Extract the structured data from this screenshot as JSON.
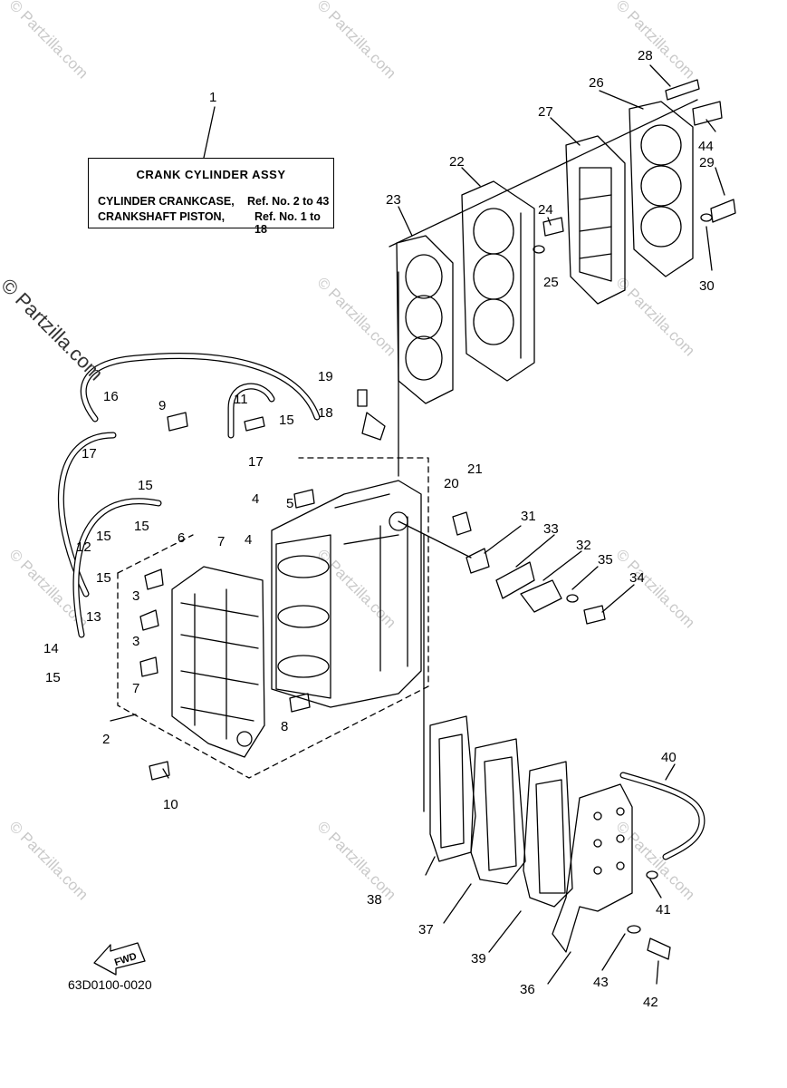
{
  "title_box": {
    "title": "CRANK  CYLINDER ASSY",
    "row1_label": "CYLINDER CRANKCASE,",
    "row1_ref": "Ref. No. 2 to 43",
    "row2_label": "CRANKSHAFT PISTON,",
    "row2_ref": "Ref. No. 1 to 18"
  },
  "diagram_code": "63D0100-0020",
  "fwd_label": "FWD",
  "watermark_main": "© Partzilla.com",
  "watermark_faint": "© Partzilla.com",
  "callouts": {
    "c1": "1",
    "c2": "2",
    "c3a": "3",
    "c3b": "3",
    "c4a": "4",
    "c4b": "4",
    "c5": "5",
    "c6": "6",
    "c7a": "7",
    "c7b": "7",
    "c8": "8",
    "c9": "9",
    "c10": "10",
    "c11": "11",
    "c12": "12",
    "c13": "13",
    "c14": "14",
    "c15a": "15",
    "c15b": "15",
    "c15c": "15",
    "c15d": "15",
    "c15e": "15",
    "c15f": "15",
    "c16": "16",
    "c17a": "17",
    "c17b": "17",
    "c18": "18",
    "c19": "19",
    "c20": "20",
    "c21": "21",
    "c22": "22",
    "c23": "23",
    "c24": "24",
    "c25": "25",
    "c26": "26",
    "c27": "27",
    "c28": "28",
    "c29": "29",
    "c30": "30",
    "c31": "31",
    "c32": "32",
    "c33": "33",
    "c34": "34",
    "c35": "35",
    "c36": "36",
    "c37": "37",
    "c38": "38",
    "c39": "39",
    "c40": "40",
    "c41": "41",
    "c42": "42",
    "c43": "43",
    "c44": "44"
  }
}
